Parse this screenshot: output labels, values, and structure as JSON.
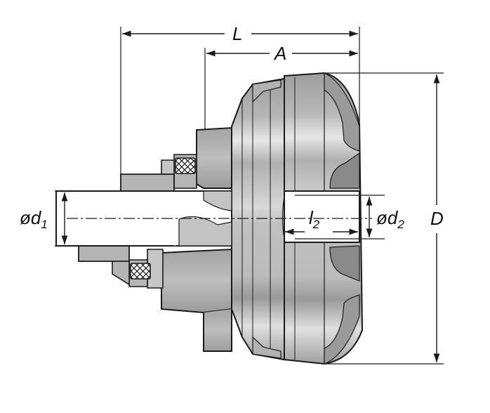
{
  "labels": {
    "L": "L",
    "A": "A",
    "D": "D",
    "d1_prefix": "ød",
    "d1_sub": "1",
    "d2_prefix": "ød",
    "d2_sub": "2",
    "l2_main": "l",
    "l2_sub": "2"
  },
  "colors": {
    "line": "#1a1a1a",
    "body": "#a8a8a8",
    "body_dark": "#8a8a8a",
    "body_light": "#d6d6d6",
    "highlight": "#eeeeee",
    "shaft": "#ffffff"
  }
}
